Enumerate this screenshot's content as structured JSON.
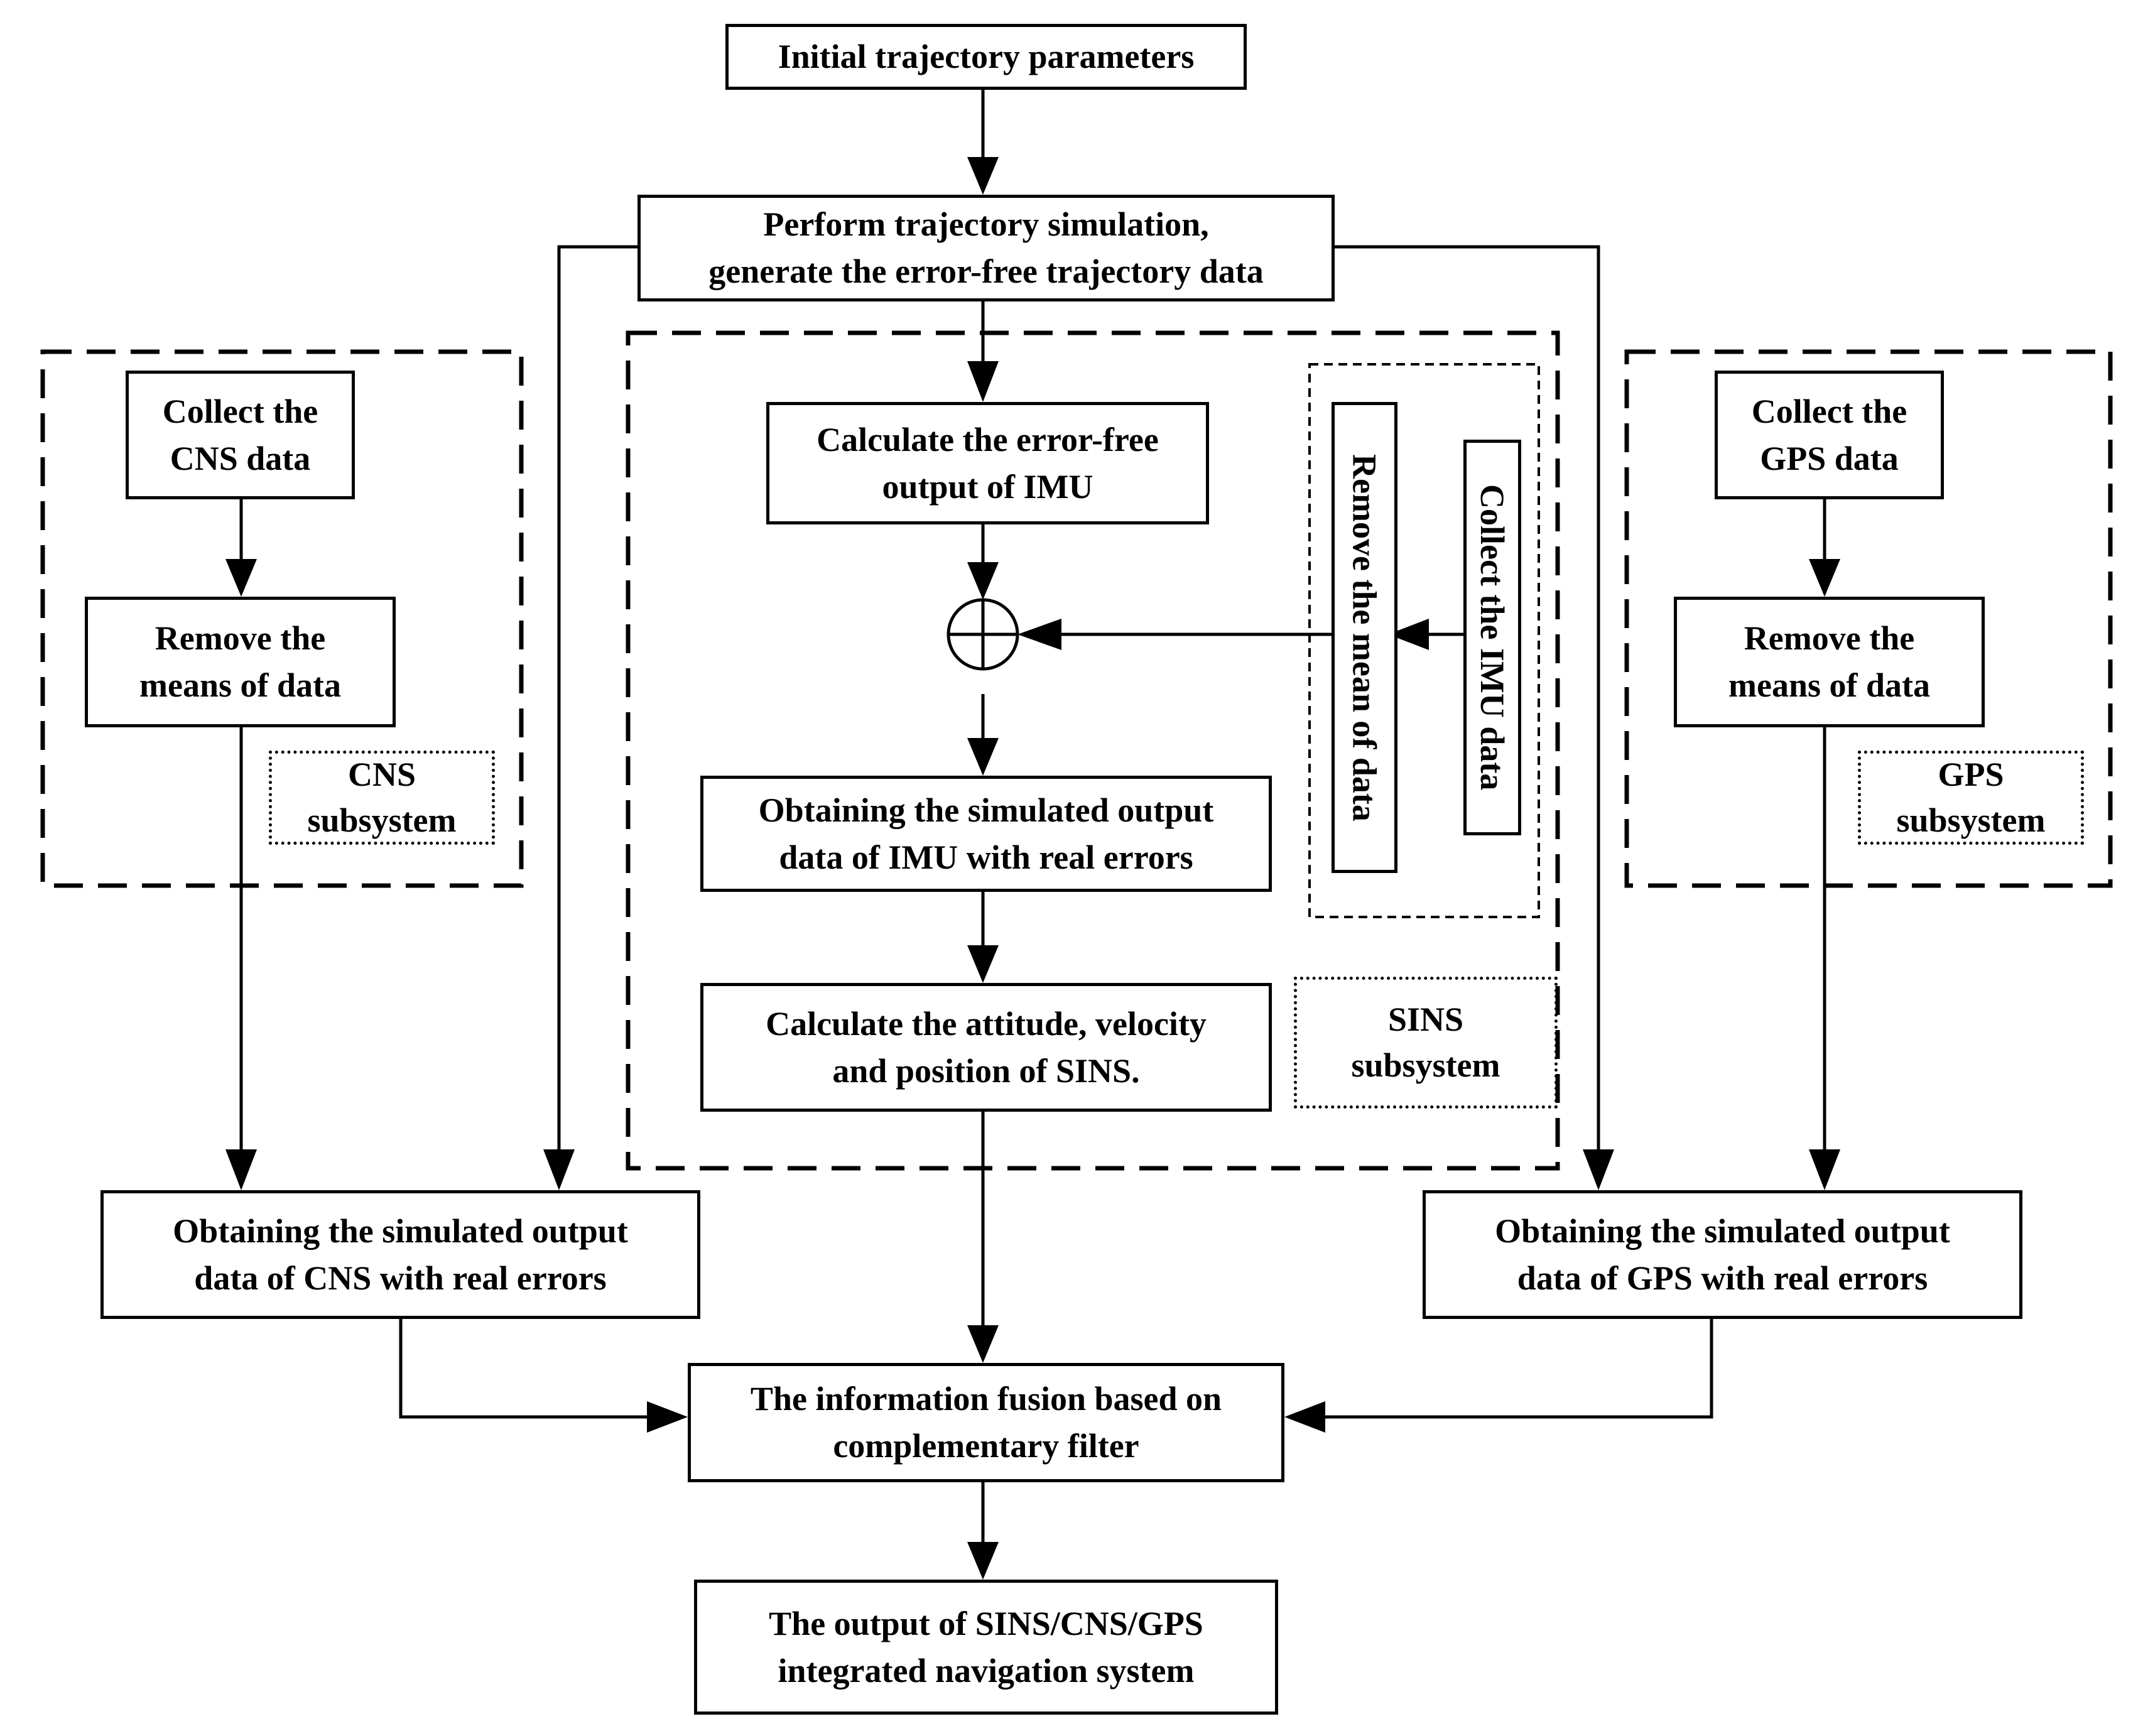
{
  "nodes": {
    "initial": {
      "lines": [
        "Initial trajectory parameters"
      ]
    },
    "simulation": {
      "lines": [
        "Perform trajectory simulation,",
        "generate the error-free trajectory data"
      ]
    },
    "cns_collect": {
      "lines": [
        "Collect the",
        "CNS data"
      ]
    },
    "cns_remove": {
      "lines": [
        "Remove the",
        "means of  data"
      ]
    },
    "cns_label": {
      "lines": [
        "CNS",
        "subsystem"
      ]
    },
    "imu_calc": {
      "lines": [
        "Calculate the error-free",
        "output of IMU"
      ]
    },
    "imu_collect": {
      "text": "Collect the IMU data"
    },
    "imu_remove": {
      "text": "Remove the mean of  data"
    },
    "imu_simulated": {
      "lines": [
        "Obtaining the simulated output",
        "data of IMU with real errors"
      ]
    },
    "sins_calc": {
      "lines": [
        "Calculate the attitude, velocity",
        "and position of SINS."
      ]
    },
    "sins_label": {
      "lines": [
        "SINS",
        "subsystem"
      ]
    },
    "gps_collect": {
      "lines": [
        "Collect the",
        "GPS data"
      ]
    },
    "gps_remove": {
      "lines": [
        "Remove the",
        "means of  data"
      ]
    },
    "gps_label": {
      "lines": [
        "GPS",
        "subsystem"
      ]
    },
    "cns_output": {
      "lines": [
        "Obtaining the simulated output",
        "data of CNS with real errors"
      ]
    },
    "gps_output": {
      "lines": [
        "Obtaining the simulated output",
        "data of GPS with real errors"
      ]
    },
    "fusion": {
      "lines": [
        "The information fusion based on",
        "complementary filter"
      ]
    },
    "final": {
      "lines": [
        "The output of SINS/CNS/GPS",
        "integrated navigation system"
      ]
    }
  }
}
